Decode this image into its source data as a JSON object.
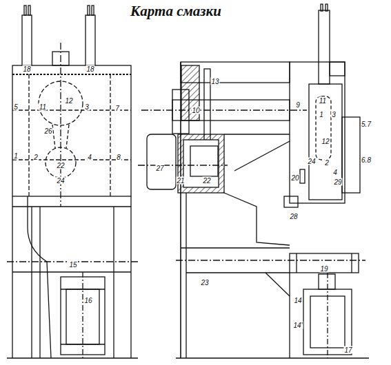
{
  "diagram": {
    "title": "Карта смазки",
    "labels": [
      "18",
      "18",
      "5",
      "11",
      "12",
      "3",
      "7",
      "26",
      "1",
      "2",
      "22",
      "4",
      "8",
      "24",
      "15",
      "16",
      "13",
      "10",
      "9",
      "11",
      "1",
      "3",
      "12",
      "24",
      "2",
      "4",
      "5.7",
      "6.8",
      "27",
      "21",
      "22",
      "20",
      "29",
      "28",
      "23",
      "19",
      "14",
      "14'",
      "17"
    ]
  }
}
